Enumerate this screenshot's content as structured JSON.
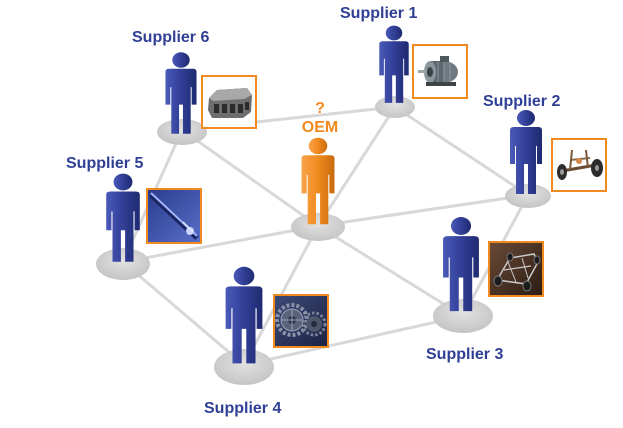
{
  "oem": {
    "question_mark": "?",
    "label": "OEM",
    "color": "#f08a1e"
  },
  "suppliers": [
    {
      "label": "Supplier 1",
      "product_icon": "electric-motor-icon"
    },
    {
      "label": "Supplier 2",
      "product_icon": "axle-suspension-icon"
    },
    {
      "label": "Supplier 3",
      "product_icon": "car-chassis-icon"
    },
    {
      "label": "Supplier 4",
      "product_icon": "gear-wheels-icon"
    },
    {
      "label": "Supplier 5",
      "product_icon": "drive-shaft-icon"
    },
    {
      "label": "Supplier 6",
      "product_icon": "engine-block-icon"
    }
  ],
  "colors": {
    "supplier": "#2f3f95",
    "oem": "#f08a1e",
    "frame": "#f08a1e",
    "link": "#d8d8d8",
    "node_base": "#d3d3d3"
  }
}
